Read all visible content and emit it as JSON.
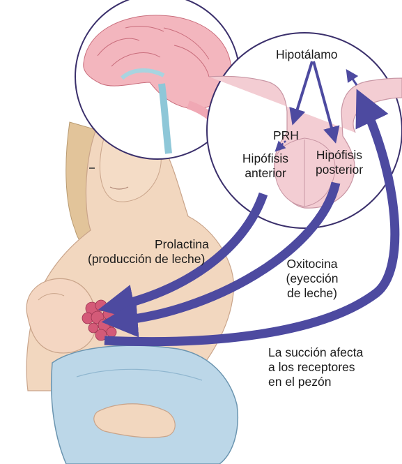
{
  "labels": {
    "hypothalamus": "Hipotálamo",
    "prh": "PRH",
    "anterior_pituitary_line1": "Hipófisis",
    "anterior_pituitary_line2": "anterior",
    "posterior_pituitary_line1": "Hipófisis",
    "posterior_pituitary_line2": "posterior",
    "prolactin_line1": "Prolactina",
    "prolactin_line2": "(producción de leche)",
    "oxytocin_line1": "Oxitocina",
    "oxytocin_line2": "(eyección",
    "oxytocin_line3": "de leche)",
    "suckling_line1": "La succión afecta",
    "suckling_line2": "a los receptores",
    "suckling_line3": "en el pezón"
  },
  "colors": {
    "arrow": "#4d4aa0",
    "outline": "#3a2f6b",
    "skin": "#f2d7bf",
    "hair": "#e2c49a",
    "pituitary": "#f3cdd3",
    "brain": "#f3b6be",
    "blanket": "#bcd7e8",
    "gland": "#d45a78"
  }
}
